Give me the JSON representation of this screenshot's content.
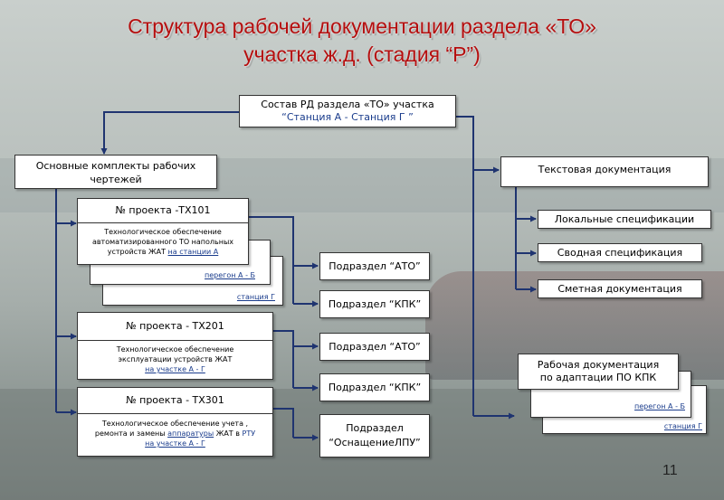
{
  "title": {
    "line1": "Структура рабочей документации раздела «ТО»",
    "line2": "участка ж.д. (стадия “Р”)"
  },
  "root": {
    "line1": "Состав РД раздела «ТО» участка",
    "line2": "“Станция А - Станция Г ”"
  },
  "main_sets": {
    "line1": "Основные комплекты рабочих",
    "line2": "чертежей"
  },
  "project1": {
    "title": "№ проекта -ТХ101",
    "desc1": "Технологическое обеспечение",
    "desc2": "автоматизированного ТО напольных",
    "desc3": "устройств ЖАТ",
    "link": "на станции А",
    "back1": "перегон А - Б",
    "back2": "станция Г"
  },
  "project2": {
    "title": "№ проекта - ТХ201",
    "desc1": "Технологическое обеспечение",
    "desc2": "эксплуатации устройств ЖАТ",
    "link": "на участке А - Г"
  },
  "project3": {
    "title": "№ проекта - ТХ301",
    "desc1": "Технологическое обеспечение учета ,",
    "desc2a": "ремонта и замены",
    "desc2b": "аппаратуры",
    "desc2c": "ЖАТ в",
    "desc2d": "РТУ",
    "link": "на участке А - Г"
  },
  "subsections": [
    {
      "label": "Подраздел “АТО”"
    },
    {
      "label": "Подраздел “КПК”"
    },
    {
      "label": "Подраздел “АТО”"
    },
    {
      "label": "Подраздел “КПК”"
    },
    {
      "line1": "Подраздел",
      "line2": "“ОснащениеЛПУ”"
    }
  ],
  "text_docs": {
    "label": "Текстовая документация"
  },
  "specs": [
    {
      "label": "Локальные спецификации"
    },
    {
      "label": "Сводная спецификация"
    },
    {
      "label": "Сметная документация"
    }
  ],
  "adapt": {
    "line1": "Рабочая документация",
    "line2": "по адаптации ПО КПК",
    "back1": "перегон А - Б",
    "back2": "станция Г"
  },
  "page_number": "11",
  "colors": {
    "title": "#b50e0e",
    "connector": "#1f3470",
    "link": "#1a3c8c"
  }
}
